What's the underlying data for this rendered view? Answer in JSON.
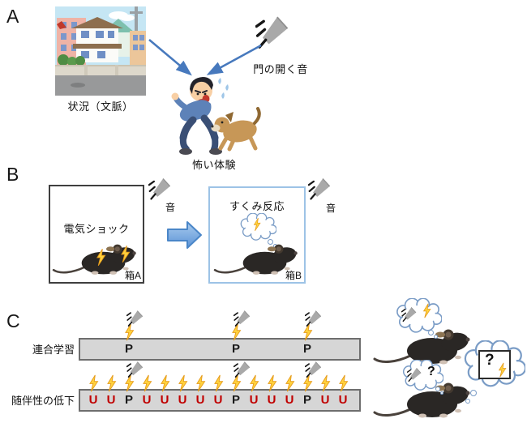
{
  "panelA": {
    "label": "A",
    "context_caption": "状況（文脈）",
    "sound_caption": "門の開く音",
    "experience_caption": "怖い体験"
  },
  "panelB": {
    "label": "B",
    "boxA": {
      "title": "電気ショック",
      "tag": "箱A",
      "sound_label": "音"
    },
    "boxB": {
      "title": "すくみ反応",
      "tag": "箱B",
      "sound_label": "音"
    }
  },
  "panelC": {
    "label": "C",
    "row1": {
      "label": "連合学習",
      "letter": "P",
      "paired_positions": [
        2,
        8,
        12
      ]
    },
    "row2": {
      "label": "随伴性の低下",
      "sequence": [
        "U",
        "U",
        "P",
        "U",
        "U",
        "U",
        "U",
        "U",
        "P",
        "U",
        "U",
        "U",
        "P",
        "U",
        "U"
      ]
    },
    "mouse2_left_bubble_question": "?",
    "mouse2_right_bubble_question": "?"
  },
  "colors": {
    "u_letter": "#c00000",
    "p_letter": "#1a1a1a",
    "bar_fill": "#d6d6d6",
    "bar_border": "#6e6e6e",
    "arrow_blue": "#4779bd",
    "bolt_fill": "#ffd23e",
    "bolt_stroke": "#e59b1c",
    "speaker_gray": "#a9a9a9",
    "bubble_stroke": "#7a9cc6",
    "boxA_border": "#3f3f3f",
    "boxB_border": "#9dc3e6",
    "block_arrow_fill": "#74a9e0",
    "block_arrow_border": "#4a86c8"
  }
}
